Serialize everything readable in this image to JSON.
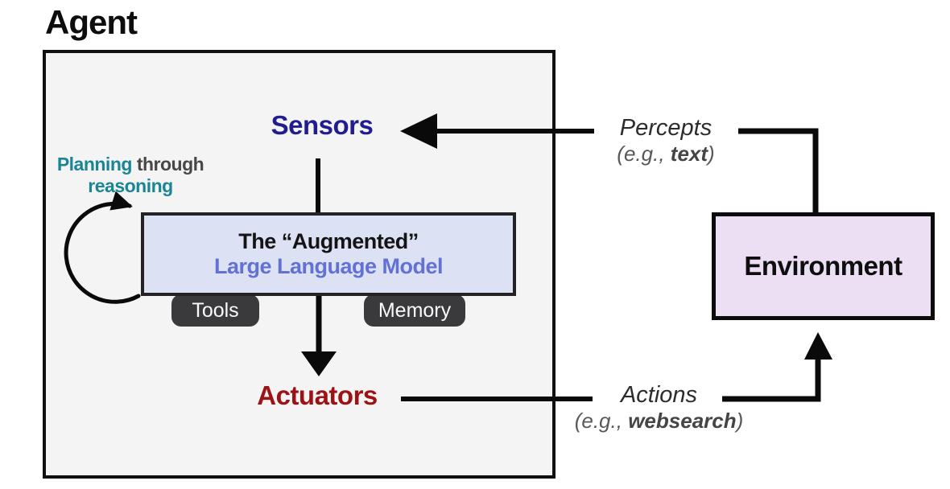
{
  "title": "Agent",
  "agent": {
    "sensors": "Sensors",
    "actuators": "Actuators",
    "planning": {
      "word1": "Planning",
      "word2": "through",
      "line2": "reasoning"
    },
    "llm": {
      "line1": "The “Augmented”",
      "line2": "Large Language Model"
    },
    "tabs": [
      {
        "label": "Tools"
      },
      {
        "label": "Memory"
      }
    ]
  },
  "environment": {
    "label": "Environment"
  },
  "percepts": {
    "label": "Percepts",
    "eg_open": "(e.g., ",
    "eg_bold": "text",
    "eg_close": ")"
  },
  "actions": {
    "label": "Actions",
    "eg_open": "(e.g., ",
    "eg_bold": "websearch",
    "eg_close": ")"
  },
  "colors": {
    "sensors": "#211d90",
    "actuators": "#9d1315",
    "teal": "#1a8695",
    "llm_fill": "#dde1f4",
    "llm_accent": "#6271d3",
    "env_fill": "#ecdef3",
    "agent_fill": "#f4f4f5",
    "tab_bg": "#3a3a3c"
  }
}
